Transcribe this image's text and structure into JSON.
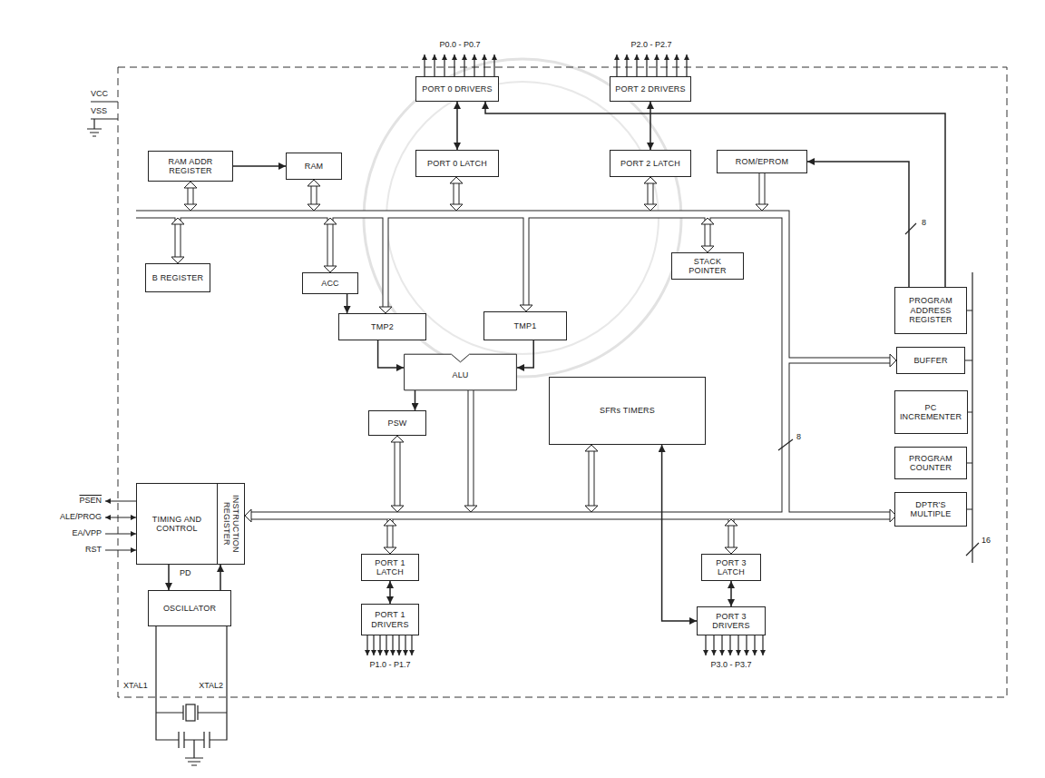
{
  "diagram": {
    "nodes": [
      {
        "text": [
          "PORT 0 DRIVERS"
        ]
      },
      {
        "text": [
          "PORT 2 DRIVERS"
        ]
      },
      {
        "text": [
          "RAM ADDR REGISTER"
        ]
      },
      {
        "text": [
          "RAM"
        ]
      },
      {
        "text": [
          "PORT 0 LATCH"
        ]
      },
      {
        "text": [
          "PORT 2 LATCH"
        ]
      },
      {
        "text": [
          "ROM/EPROM"
        ]
      },
      {
        "text": [
          "B REGISTER"
        ]
      },
      {
        "text": [
          "ACC"
        ]
      },
      {
        "text": [
          "STACK POINTER"
        ]
      },
      {
        "text": [
          "TMP2"
        ]
      },
      {
        "text": [
          "TMP1"
        ]
      },
      {
        "text": [
          "PROGRAM ADDRESS REGISTER"
        ]
      },
      {
        "text": [
          "ALU"
        ]
      },
      {
        "text": [
          "BUFFER"
        ]
      },
      {
        "text": [
          "PSW"
        ]
      },
      {
        "text": [
          "SFRs TIMERS"
        ]
      },
      {
        "text": [
          "PC INCREMENTER"
        ]
      },
      {
        "text": [
          "PROGRAM COUNTER"
        ]
      },
      {
        "text": [
          "TIMING AND CONTROL"
        ]
      },
      {
        "text": [
          "INSTRUCTION REGISTER"
        ],
        "in": 19
      },
      {
        "text": [
          "DPTR'S MULTIPLE"
        ]
      },
      {
        "text": [
          "PORT 1 LATCH"
        ]
      },
      {
        "text": [
          "PORT 3 LATCH"
        ]
      },
      {
        "text": [
          "OSCILLATOR"
        ]
      },
      {
        "text": [
          "PORT 1 DRIVERS"
        ]
      },
      {
        "text": [
          "PORT 3 DRIVERS"
        ]
      }
    ],
    "edges": [
      {
        "from": 2,
        "to": 3,
        "arrow": "to"
      },
      {
        "from": 4,
        "to": 0,
        "arrow": "both"
      },
      {
        "from": 5,
        "to": 1,
        "arrow": "both"
      },
      {
        "from": 12,
        "to": 6,
        "arrow": "to"
      },
      {
        "from": 12,
        "to": 0,
        "arrow": "to"
      },
      {
        "from": 8,
        "to": 10,
        "arrow": "to"
      },
      {
        "from": 10,
        "to": 13,
        "arrow": "to"
      },
      {
        "from": 11,
        "to": 13,
        "arrow": "to"
      },
      {
        "from": 13,
        "to": 15,
        "arrow": "to"
      },
      {
        "from": 16,
        "to": 26,
        "arrow": "both"
      },
      {
        "from": 19,
        "to": 24,
        "arrow": "to"
      },
      {
        "from": 24,
        "to": 20,
        "arrow": "to"
      },
      {
        "from": 22,
        "to": 25,
        "arrow": "both"
      },
      {
        "from": 23,
        "to": 26,
        "arrow": "both"
      }
    ],
    "labels": [
      "VCC",
      "VSS",
      "P0.0 - P0.7",
      "P2.0 - P2.7",
      "8",
      "8",
      "16",
      "PSEN",
      "ALE/PROG",
      "EA/VPP",
      "RST",
      "PD",
      "XTAL1",
      "XTAL2",
      "P1.0 - P1.7",
      "P3.0 - P3.7"
    ]
  }
}
